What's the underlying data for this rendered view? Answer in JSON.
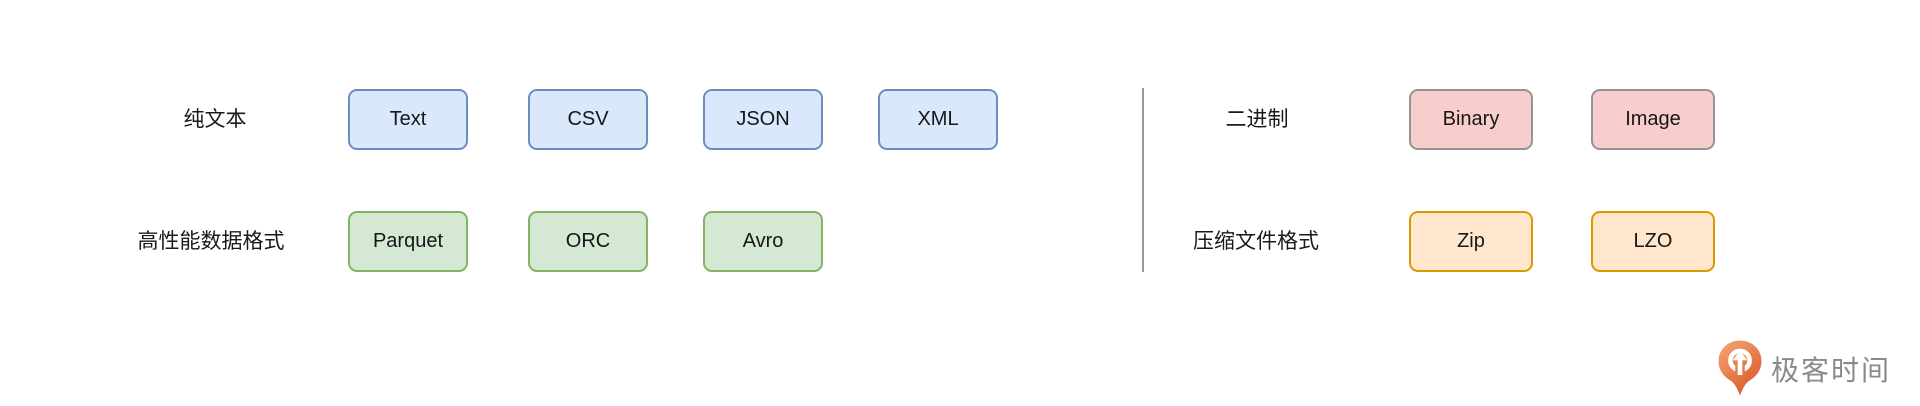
{
  "styles": {
    "blue": {
      "fill": "#dae8fc",
      "stroke": "#6c8ebf"
    },
    "green": {
      "fill": "#d5e8d4",
      "stroke": "#82b366"
    },
    "pink": {
      "fill": "#f8cecc",
      "stroke": "#949494"
    },
    "orange": {
      "fill": "#ffe6cc",
      "stroke": "#d79b00"
    }
  },
  "divider_color": "#9a9a9a",
  "sections": {
    "left": {
      "rows": [
        {
          "label": "纯文本",
          "style": "blue",
          "items": [
            "Text",
            "CSV",
            "JSON",
            "XML"
          ]
        },
        {
          "label": "高性能数据格式",
          "style": "green",
          "items": [
            "Parquet",
            "ORC",
            "Avro"
          ]
        }
      ]
    },
    "right": {
      "rows": [
        {
          "label": "二进制",
          "style": "pink",
          "items": [
            "Binary",
            "Image"
          ]
        },
        {
          "label": "压缩文件格式",
          "style": "orange",
          "items": [
            "Zip",
            "LZO"
          ]
        }
      ]
    }
  },
  "watermark": {
    "brand": "极客时间",
    "icon": "geektime-pin-icon",
    "icon_gradient_start": "#f2a370",
    "icon_gradient_end": "#dc5a2e",
    "text_color": "#8a8a8a"
  }
}
